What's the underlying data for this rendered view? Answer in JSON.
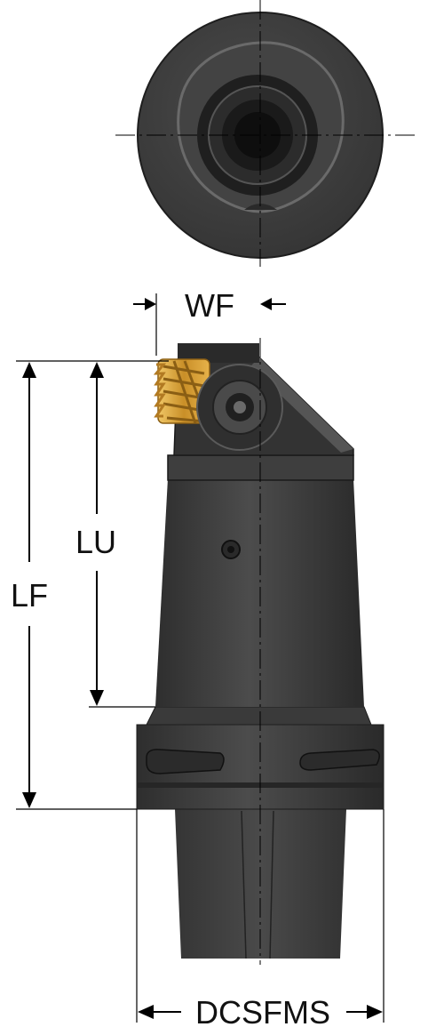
{
  "labels": {
    "wf": "WF",
    "lu": "LU",
    "lf": "LF",
    "dcsfms": "DCSFMS"
  },
  "colors": {
    "body_dark": "#3a3a3a",
    "body_mid": "#4a4a4a",
    "body_light": "#5c5c5c",
    "insert_gold": "#d9a43a",
    "line": "#000000"
  }
}
